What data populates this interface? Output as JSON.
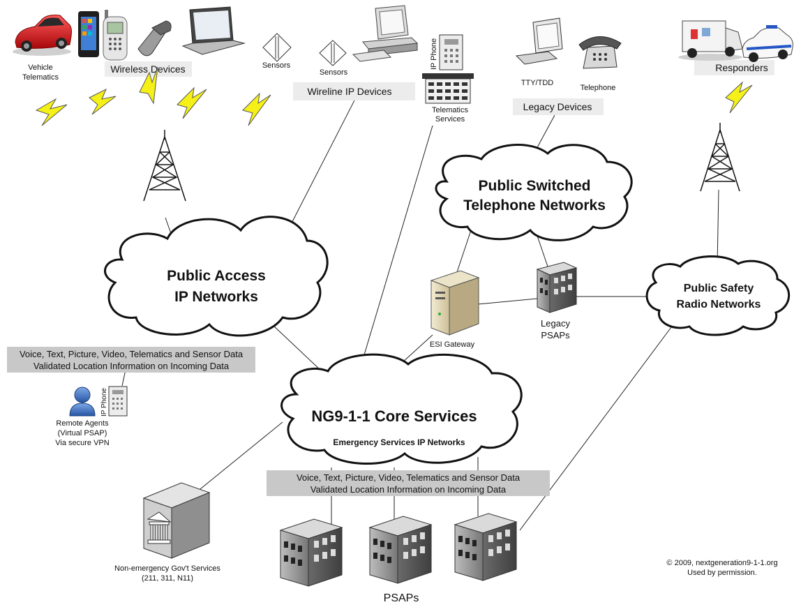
{
  "groups": {
    "wireless_devices": "Wireless Devices",
    "wireline_ip_devices": "Wireline IP Devices",
    "legacy_devices": "Legacy Devices",
    "responders": "Responders"
  },
  "devices": {
    "vehicle_telematics": [
      "Vehicle",
      "Telematics"
    ],
    "sensors_1": "Sensors",
    "sensors_2": "Sensors",
    "ip_phone": "IP Phone",
    "telematics_services": [
      "Telematics",
      "Services"
    ],
    "tty_tdd": "TTY/TDD",
    "telephone": "Telephone",
    "esi_gateway": "ESI Gateway",
    "legacy_psaps": [
      "Legacy",
      "PSAPs"
    ],
    "remote_agents": [
      "Remote Agents",
      "(Virtual PSAP)",
      "Via secure VPN"
    ],
    "remote_ip_phone": "IP Phone",
    "nonemergency": [
      "Non-emergency Gov't Services",
      "(211, 311, N11)"
    ],
    "psaps": "PSAPs"
  },
  "clouds": {
    "public_access": [
      "Public Access",
      "IP Networks"
    ],
    "pstn": [
      "Public Switched",
      "Telephone Networks"
    ],
    "public_safety_radio": [
      "Public Safety",
      "Radio Networks"
    ],
    "ng911_core": "NG9-1-1 Core Services",
    "ng911_core_sub": "Emergency Services IP Networks"
  },
  "data_bars": {
    "upper": [
      "Voice, Text, Picture, Video, Telematics and Sensor Data",
      "Validated Location Information on Incoming Data"
    ],
    "lower": [
      "Voice, Text, Picture, Video, Telematics and Sensor Data",
      "Validated Location Information on Incoming Data"
    ]
  },
  "copyright": [
    "© 2009, nextgeneration9-1-1.org",
    "Used by permission."
  ],
  "colors": {
    "lightning": "#f5f018",
    "label_bar": "#c8c8c8",
    "group_box": "#ececec",
    "building": "#8a8a8a",
    "car": "#d8191c",
    "person": "#3b72c4"
  }
}
